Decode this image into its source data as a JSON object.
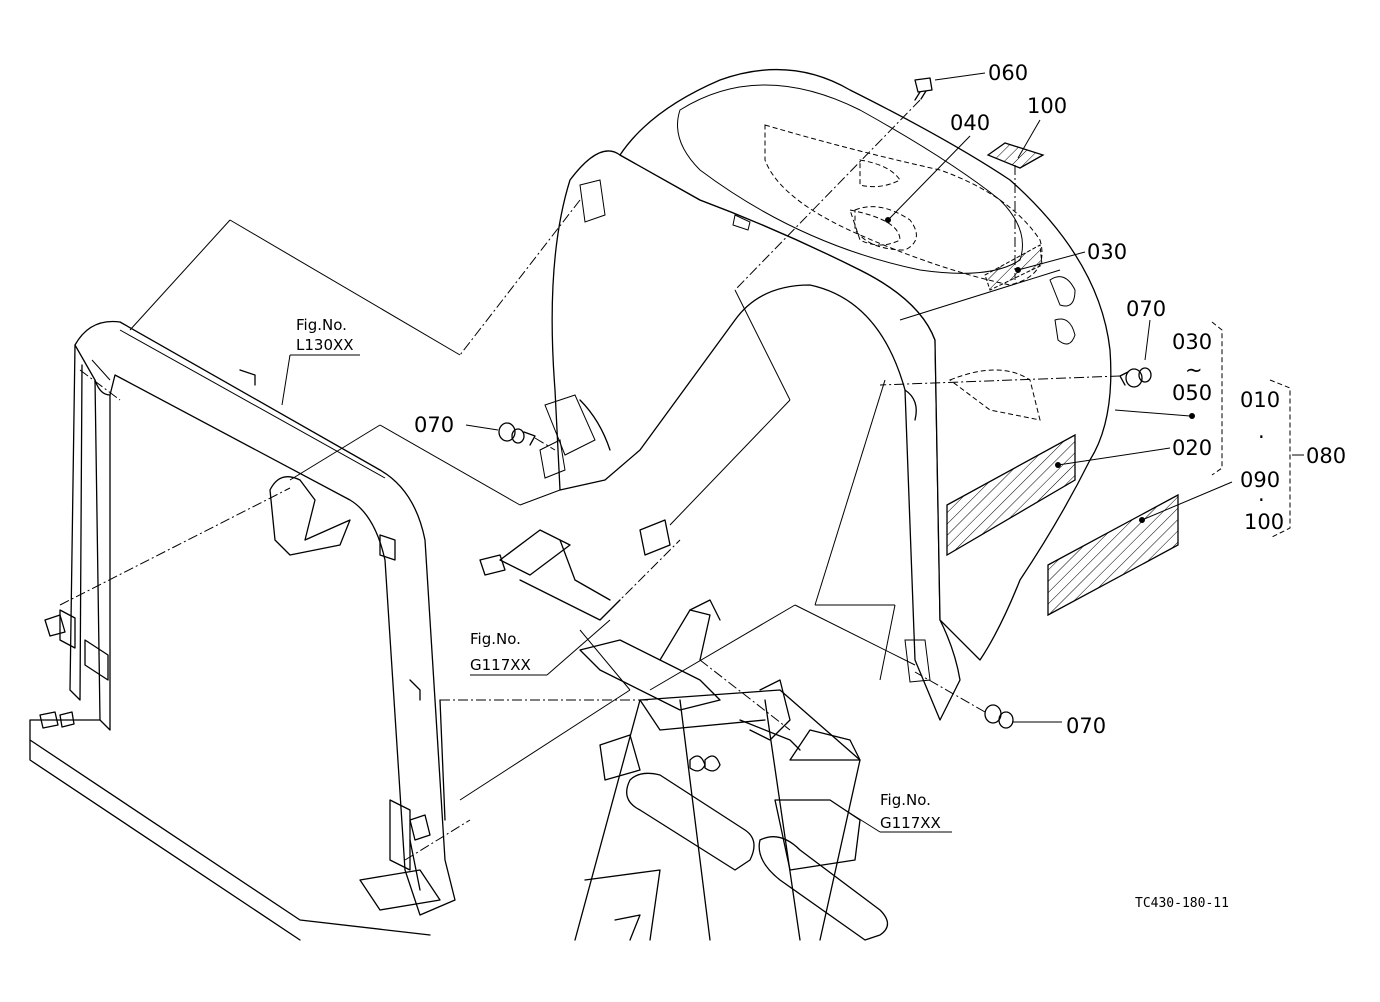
{
  "labels": {
    "p060": "060",
    "p040": "040",
    "p100_top": "100",
    "p030": "030",
    "p070_right": "070",
    "p070_left": "070",
    "p070_bottom": "070",
    "p030_range": "030",
    "tilde": "~",
    "p050": "050",
    "p010": "010",
    "dot1": "·",
    "p080": "080",
    "p020": "020",
    "p090": "090",
    "dot2": "·",
    "p100_bottom": "100"
  },
  "figrefs": {
    "l130_title": "Fig.No.",
    "l130_no": "L130XX",
    "g117a_title": "Fig.No.",
    "g117a_no": "G117XX",
    "g117b_title": "Fig.No.",
    "g117b_no": "G117XX"
  },
  "drawing_code": "TC430-180-11"
}
